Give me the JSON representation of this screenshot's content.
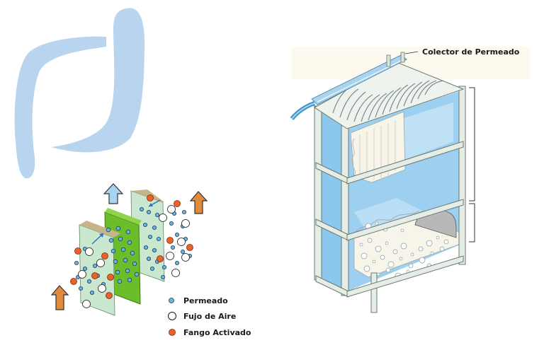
{
  "labels": {
    "colector": "Colector de Permeado",
    "legend": [
      {
        "text": "Permeado",
        "icon": "permeate-dot-icon"
      },
      {
        "text": "Fujo de Aire",
        "icon": "air-bubble-icon"
      },
      {
        "text": "Fango Activado",
        "icon": "sludge-dot-icon"
      }
    ]
  },
  "colors": {
    "logo": "#b8d4ef",
    "permeate": "#6ab4e0",
    "air": "#ffffff",
    "sludge": "#e8622a",
    "membrane_green": "#6bbd2a",
    "membrane_panel": "#c9e8cf",
    "tank_blue": "#8cc8ee",
    "arrow_orange": "#e08a3c",
    "arrow_blue": "#a8d4f2"
  }
}
